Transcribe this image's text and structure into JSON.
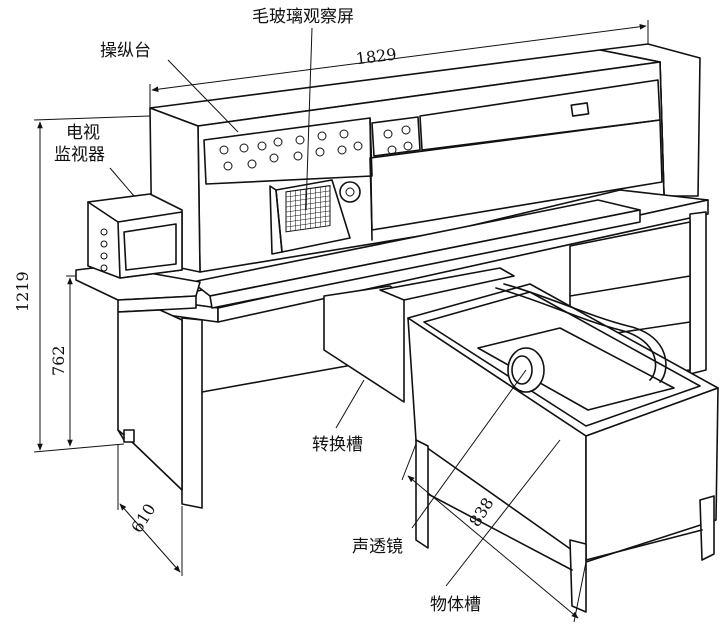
{
  "labels": {
    "frosted_glass_screen": "毛玻璃观察屏",
    "console": "操纵台",
    "tv_monitor_line1": "电视",
    "tv_monitor_line2": "监视器",
    "transfer_tank": "转换槽",
    "acoustic_lens": "声透镜",
    "object_tank": "物体槽"
  },
  "dimensions": {
    "length": "1829",
    "total_height": "1219",
    "table_height": "762",
    "depth": "610",
    "tank_length": "838"
  }
}
